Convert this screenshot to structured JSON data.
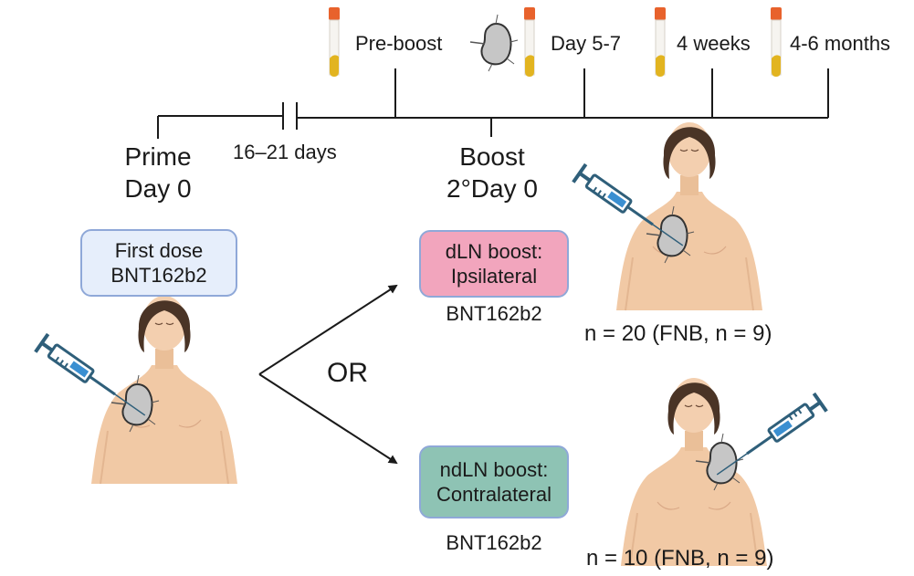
{
  "timeline": {
    "sample_points": [
      {
        "label": "Pre-boost",
        "icon": "blood-tube"
      },
      {
        "label": "Day 5-7",
        "icon": "blood-tube",
        "extra_icon": "lymph-node"
      },
      {
        "label": "4 weeks",
        "icon": "blood-tube"
      },
      {
        "label": "4-6 months",
        "icon": "blood-tube"
      }
    ],
    "prime": {
      "line1": "Prime",
      "line2": "Day 0"
    },
    "interval": "16–21 days",
    "boost": {
      "line1": "Boost",
      "line2": "2°Day 0"
    }
  },
  "first_dose": {
    "line1": "First dose",
    "line2": "BNT162b2",
    "color": "#e6eefb"
  },
  "branch_label": "OR",
  "arms": [
    {
      "box_line1": "dLN boost:",
      "box_line2": "Ipsilateral",
      "vaccine": "BNT162b2",
      "color": "#f2a5bd",
      "count": "n = 20 (FNB, n = 9)",
      "injection_side": "left"
    },
    {
      "box_line1": "ndLN boost:",
      "box_line2": "Contralateral",
      "vaccine": "BNT162b2",
      "color": "#8ec3b4",
      "count": "n = 10 (FNB, n = 9)",
      "injection_side": "right"
    }
  ],
  "colors": {
    "line": "#1a1a1a",
    "tube_cap": "#e8622c",
    "tube_fluid": "#e2b420",
    "skin": "#f1c9a5",
    "hair": "#4a3426",
    "syringe": "#2f5f7a",
    "syringe_fluid": "#3a8fd1",
    "node": "#c6c6c6"
  }
}
